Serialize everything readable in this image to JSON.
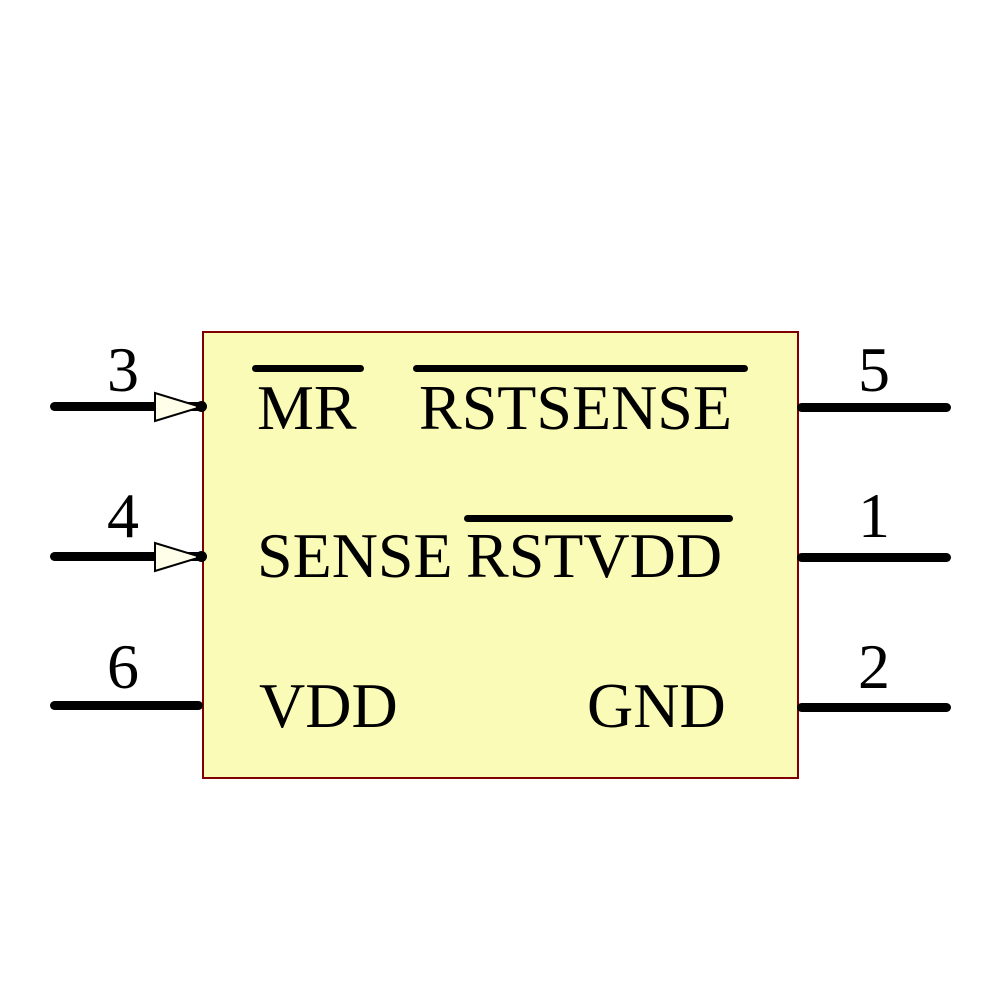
{
  "symbol": {
    "kind": "schematic-component-symbol",
    "colors": {
      "body_fill": "#FBFBB8",
      "body_stroke": "#7F0000",
      "arrow_fill": "#FFFFE9",
      "wire": "#000000",
      "background": "#FFFFFF"
    },
    "pins": {
      "left": [
        {
          "number": "3",
          "label": "MR",
          "active_low": true,
          "arrow": true
        },
        {
          "number": "4",
          "label": "SENSE",
          "active_low": false,
          "arrow": true
        },
        {
          "number": "6",
          "label": "VDD",
          "active_low": false,
          "arrow": false
        }
      ],
      "right": [
        {
          "number": "5",
          "label": "RSTSENSE",
          "active_low": true,
          "arrow": false
        },
        {
          "number": "1",
          "label": "RSTVDD",
          "active_low": true,
          "arrow": false
        },
        {
          "number": "2",
          "label": "GND",
          "active_low": false,
          "arrow": false
        }
      ]
    }
  }
}
